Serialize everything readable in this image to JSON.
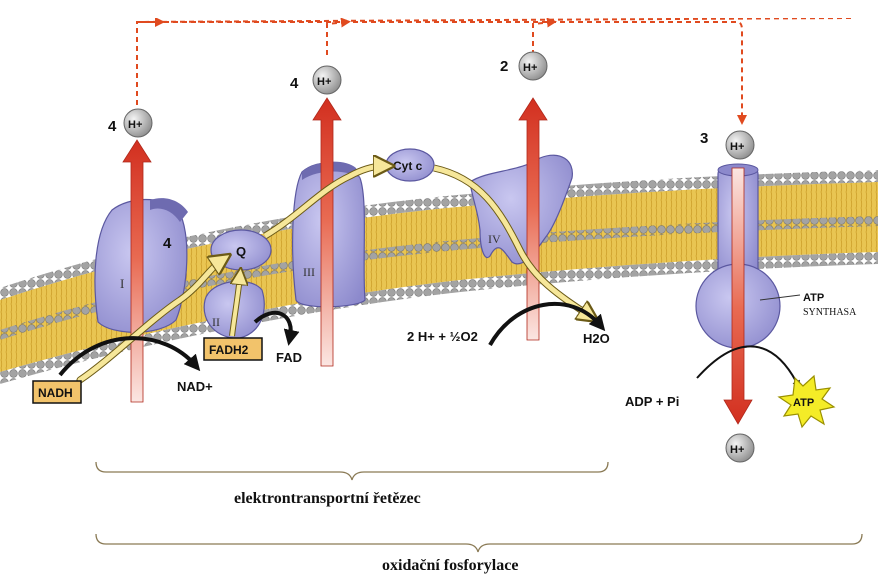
{
  "proton": "H+",
  "complexes": {
    "I": "I",
    "II": "II",
    "III": "III",
    "IV": "IV",
    "Q": "Q",
    "cytc": "Cyt c"
  },
  "stoichiometry": {
    "complex_I": "4",
    "complex_I_inner": "4",
    "complex_III": "4",
    "complex_IV": "2",
    "atp_synthase": "3"
  },
  "substrates": {
    "nadh": "NADH",
    "nad": "NAD+",
    "fadh2": "FADH2",
    "fad": "FAD",
    "oxygen": "2 H+ + ½O2",
    "water": "H2O",
    "adp": "ADP + Pi",
    "atp": "ATP"
  },
  "atp_synthase_label": {
    "line1": "ATP",
    "line2": "SYNTHASA"
  },
  "braces": {
    "etc": "elektrontransportní řetězec",
    "oxphos": "oxidační fosforylace"
  },
  "colors": {
    "membrane_head": "#9a9a9a",
    "membrane_core": "#e8c24e",
    "protein": "#a9a7dd",
    "protein_dark": "#6e6bb0",
    "proton_arrow": "#d8392a",
    "electron_path": "#f6e79a",
    "label_box": "#f2c36b",
    "dashed_path": "#e04a1f",
    "atp_star": "#f4ec27"
  }
}
